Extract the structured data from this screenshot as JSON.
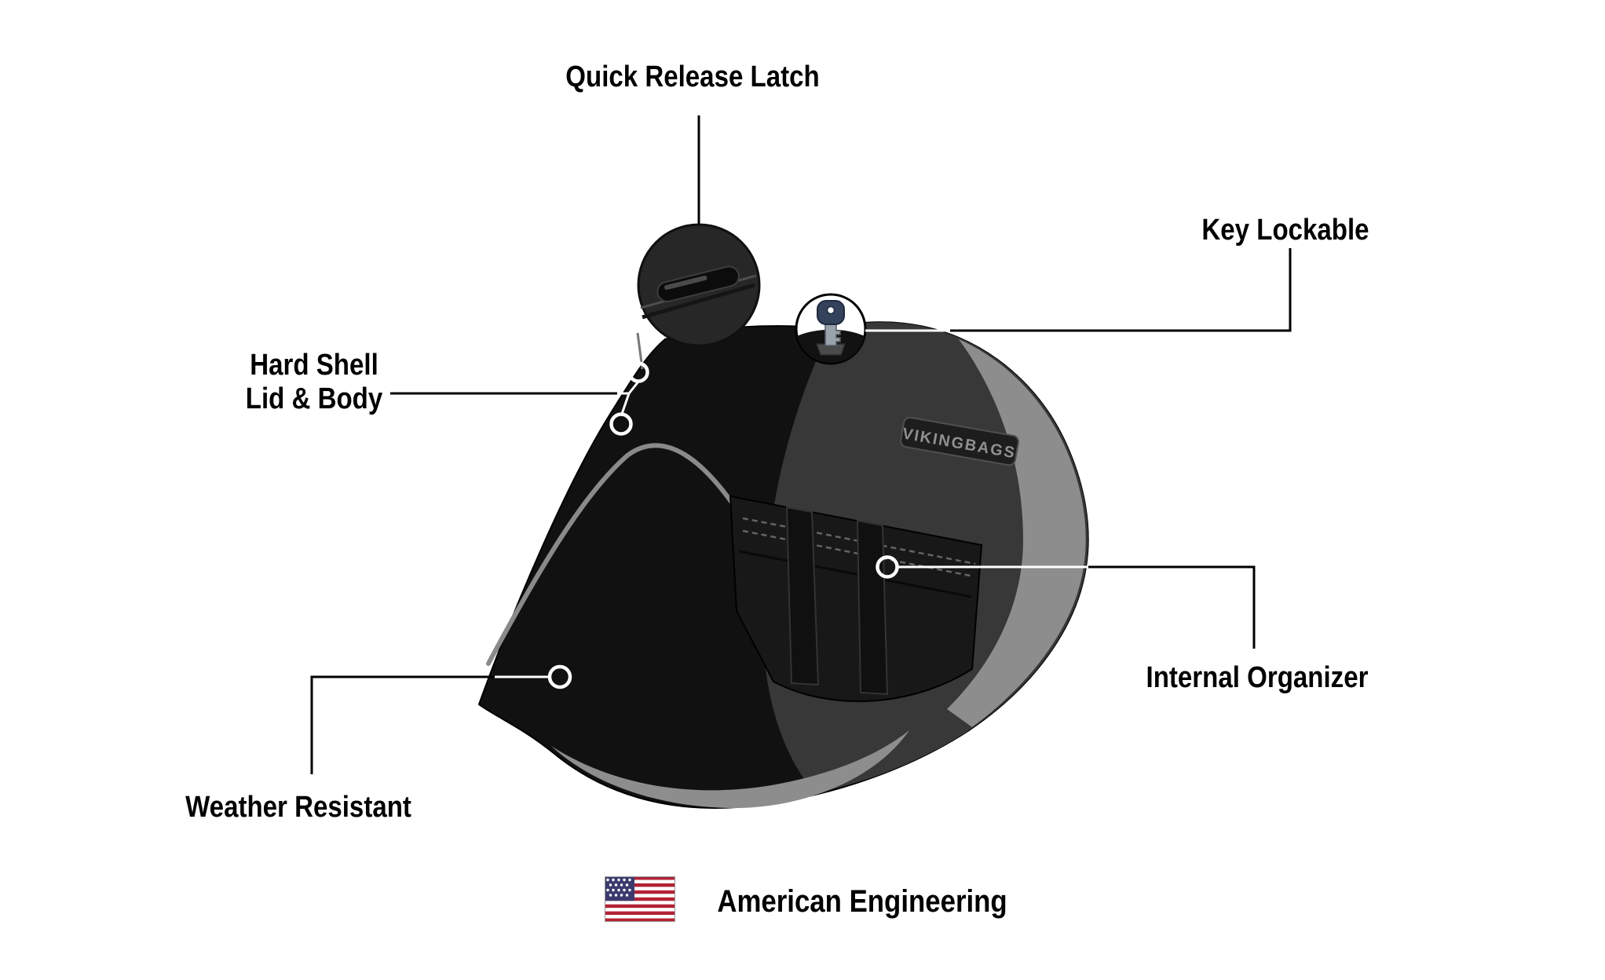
{
  "callouts": {
    "quick_release_latch": "Quick Release Latch",
    "key_lockable": "Key Lockable",
    "hard_shell_line1": "Hard Shell",
    "hard_shell_line2": "Lid & Body",
    "internal_organizer": "Internal Organizer",
    "weather_resistant": "Weather Resistant"
  },
  "footer": {
    "american_engineering": "American Engineering"
  },
  "product": {
    "brand_plate_text": "VIKINGBAGS"
  },
  "colors": {
    "background": "#ffffff",
    "label_text": "#000000",
    "bag_black": "#111111",
    "bag_face_gray": "#383838",
    "bag_light_gray": "#8d8d8d",
    "callout_line_dark": "#000000",
    "callout_line_light": "#ffffff",
    "key_head_navy": "#35425c",
    "flag_red": "#b22234",
    "flag_blue": "#3c3b6e"
  }
}
